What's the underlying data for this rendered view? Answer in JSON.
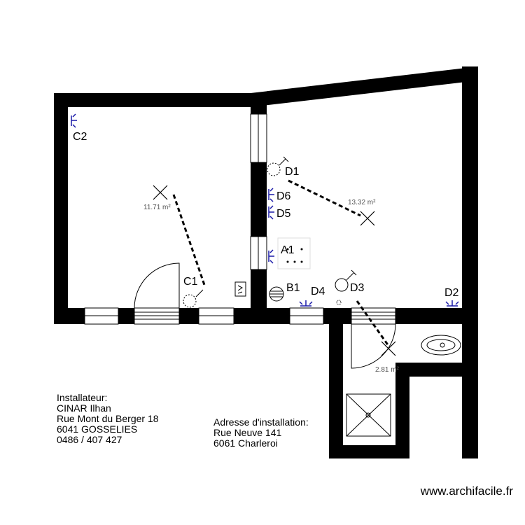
{
  "rooms": [
    {
      "area": "11.71 m²"
    },
    {
      "area": "13.32 m²"
    },
    {
      "area": "2.81 m²"
    }
  ],
  "symbols": {
    "c2": "C2",
    "c1": "C1",
    "d1": "D1",
    "d6": "D6",
    "d5": "D5",
    "a1": "A1",
    "b1": "B1",
    "d4": "D4",
    "d3": "D3",
    "d2": "D2"
  },
  "installer": {
    "heading": "Installateur:",
    "name": "CINAR Ilhan",
    "street": "Rue Mont du Berger 18",
    "city": "6041 GOSSELIES",
    "phone": "0486 / 407 427"
  },
  "site": {
    "heading": "Adresse d'installation:",
    "street": "Rue Neuve 141",
    "city": "6061 Charleroi"
  },
  "watermark": "www.archifacile.fr",
  "colors": {
    "wall": "#000000",
    "socket": "#1a1aa8",
    "circuit": "#000000"
  }
}
